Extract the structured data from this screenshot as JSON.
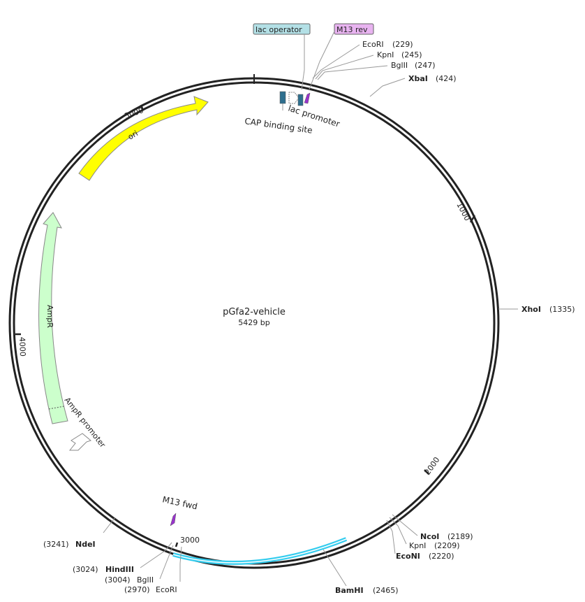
{
  "plasmid": {
    "name": "pGfa2-vehicle",
    "length_label": "5429 bp"
  },
  "ticks": [
    "1000",
    "2000",
    "3000",
    "4000",
    "5000"
  ],
  "features": {
    "ori": "ori",
    "ampr": "AmpR",
    "ampr_promoter": "AmpR promoter",
    "cap_site": "CAP binding site",
    "lac_promoter": "lac promoter",
    "lac_operator": "lac operator",
    "m13_rev": "M13 rev",
    "m13_fwd": "M13 fwd"
  },
  "sites": {
    "ecori_top": {
      "name": "EcoRI",
      "pos": "(229)"
    },
    "kpni_top": {
      "name": "KpnI",
      "pos": "(245)"
    },
    "bglii_top": {
      "name": "BglII",
      "pos": "(247)"
    },
    "xbai": {
      "name": "XbaI",
      "pos": "(424)"
    },
    "xhoi": {
      "name": "XhoI",
      "pos": "(1335)"
    },
    "ncoi": {
      "name": "NcoI",
      "pos": "(2189)"
    },
    "kpni_bot": {
      "name": "KpnI",
      "pos": "(2209)"
    },
    "econi": {
      "name": "EcoNI",
      "pos": "(2220)"
    },
    "bamhi": {
      "name": "BamHI",
      "pos": "(2465)"
    },
    "hindiii": {
      "name": "HindIII",
      "pos": "(3024)"
    },
    "bglii_bot": {
      "name": "BglII",
      "pos": "(3004)"
    },
    "ecori_bot": {
      "name": "EcoRI",
      "pos": "(2970)"
    },
    "ndei": {
      "name": "NdeI",
      "pos": "(3241)"
    }
  },
  "colors": {
    "backbone": "#222222",
    "ori": "#ffff00",
    "ampr": "#ccffcc",
    "insert": "#33ccee",
    "cap": "#2e6f8e",
    "m13": "#9933cc",
    "lac_operator_bg": "#b3e0e6",
    "m13_rev_bg": "#e8b3f0"
  }
}
